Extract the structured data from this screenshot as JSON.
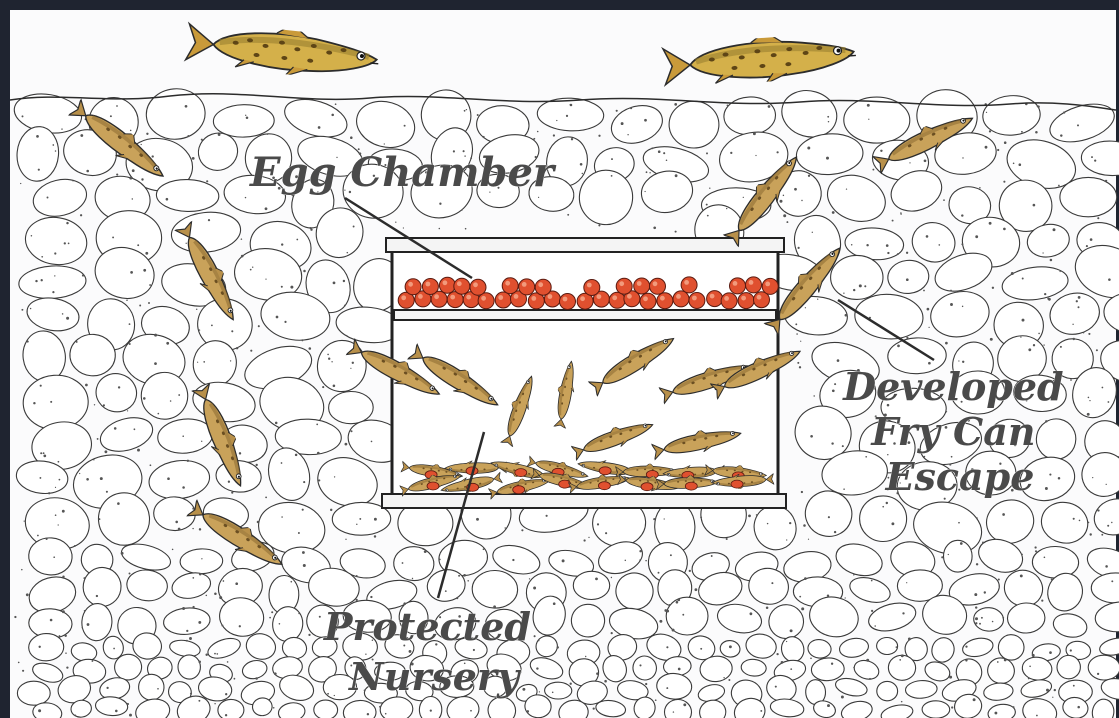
{
  "labels": {
    "egg_chamber": "Egg Chamber",
    "developed_fry": [
      "Developed",
      "Fry Can",
      "Escape"
    ],
    "protected_nursery": [
      "Protected",
      "Nursery"
    ]
  },
  "colors": {
    "paper": "#fbfbfc",
    "outline": "#2c2c2c",
    "egg": "#e0502f",
    "egg_highlight": "#f29a7c",
    "fish_body": "#c9a25a",
    "fish_back": "#8a6a32",
    "label_text": "#4a4a4a",
    "frame": "#1f2430"
  },
  "icons": [
    "adult-trout-icon",
    "fry-icon",
    "egg-icon",
    "incubator-box-icon",
    "gravel-stone-icon"
  ]
}
